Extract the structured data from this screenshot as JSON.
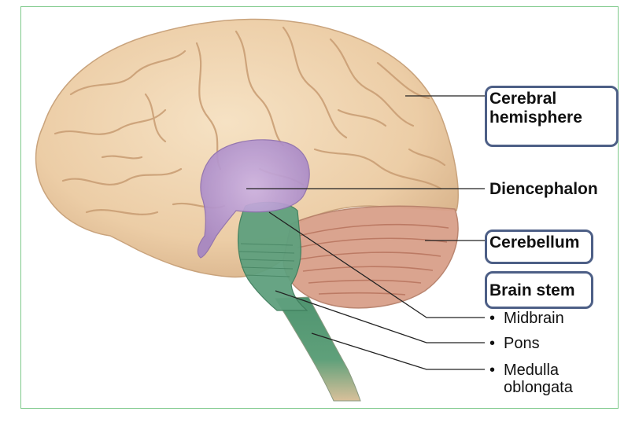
{
  "labels": {
    "cerebral_line1": "Cerebral",
    "cerebral_line2": "hemisphere",
    "diencephalon": "Diencephalon",
    "cerebellum": "Cerebellum",
    "brain_stem": "Brain stem",
    "midbrain": "Midbrain",
    "pons": "Pons",
    "medulla_line1": "Medulla",
    "medulla_line2": "oblongata",
    "bullet": "•"
  },
  "colors": {
    "cerebrum": "#eed1aa",
    "cerebrum_dark": "#d6b089",
    "diencephalon": "#b79ad0",
    "cerebellum": "#d99b85",
    "brain_stem": "#5e9e78",
    "box_border": "#4d5f86",
    "frame_border": "#7dc98a"
  }
}
